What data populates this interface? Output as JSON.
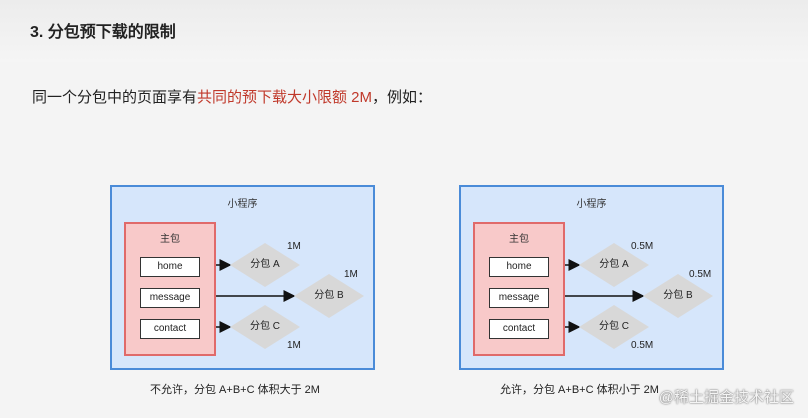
{
  "section_title": "3. 分包预下载的限制",
  "intro": {
    "before": "同一个分包中的页面享有",
    "highlight": "共同的预下载大小限额 2M",
    "after": "，例如："
  },
  "colors": {
    "highlight": "#c0392b",
    "diagram_fill": "#d6e6fb",
    "diagram_border": "#4a8bd8",
    "main_pkg_fill": "#f8c9c9",
    "main_pkg_border": "#e06a6a",
    "diamond_fill": "#d8d8d8"
  },
  "diagrams": [
    {
      "title": "小程序",
      "main_package": "主包",
      "pages": [
        "home",
        "message",
        "contact"
      ],
      "subpackages": [
        {
          "label": "分包 A",
          "size": "1M"
        },
        {
          "label": "分包 B",
          "size": "1M"
        },
        {
          "label": "分包 C",
          "size": "1M"
        }
      ],
      "caption": "不允许，分包 A+B+C 体积大于 2M"
    },
    {
      "title": "小程序",
      "main_package": "主包",
      "pages": [
        "home",
        "message",
        "contact"
      ],
      "subpackages": [
        {
          "label": "分包 A",
          "size": "0.5M"
        },
        {
          "label": "分包 B",
          "size": "0.5M"
        },
        {
          "label": "分包 C",
          "size": "0.5M"
        }
      ],
      "caption": "允许，分包 A+B+C 体积小于 2M"
    }
  ],
  "watermark": "@稀土掘金技术社区"
}
